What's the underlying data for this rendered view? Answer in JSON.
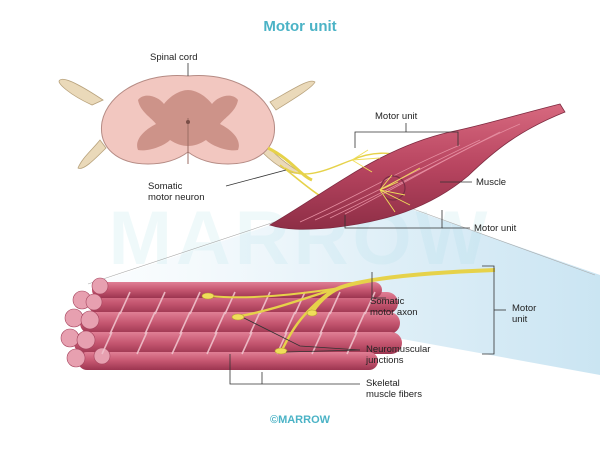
{
  "title": "Motor unit",
  "labels": {
    "spinal_cord": "Spinal cord",
    "motor_unit_top": "Motor unit",
    "muscle": "Muscle",
    "somatic_motor_neuron": "Somatic\nmotor neuron",
    "motor_unit_right": "Motor unit",
    "somatic_motor_axon": "Somatic\nmotor axon",
    "motor_unit_bracket": "Motor\nunit",
    "neuromuscular_junctions": "Neuromuscular\njunctions",
    "skeletal_muscle_fibers": "Skeletal\nmuscle fibers"
  },
  "copyright": "©MARROW",
  "watermark": "MARROW",
  "colors": {
    "title": "#4bb3c6",
    "spinal_white_matter": "#f2c7c0",
    "spinal_gray_matter": "#c78a7f",
    "nerve": "#e9d9b8",
    "axon": "#e6d24a",
    "muscle": "#b5455e",
    "fiber_stripe": "#e9a7b5",
    "callout": "#9fcfe6"
  }
}
